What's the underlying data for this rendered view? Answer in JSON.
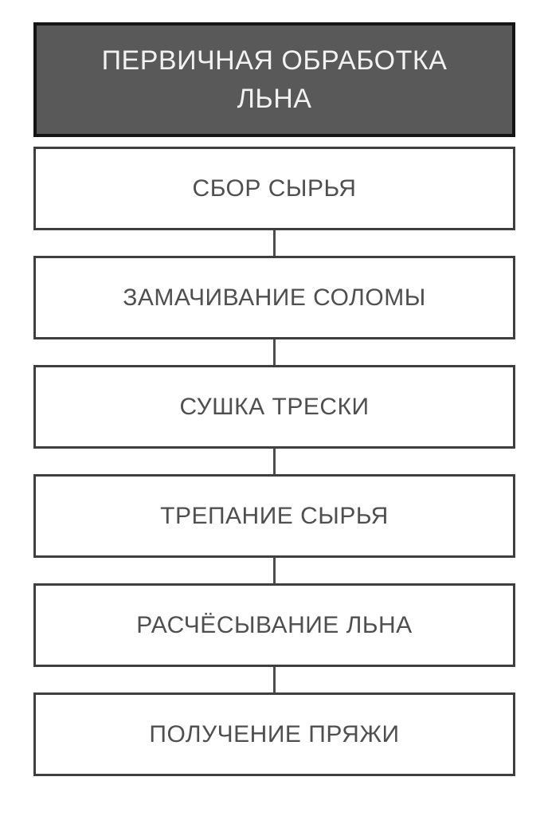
{
  "diagram": {
    "type": "flowchart",
    "direction": "top-down",
    "title": {
      "text": "ПЕРВИЧНАЯ ОБРАБОТКА ЛЬНА"
    },
    "steps": [
      {
        "label": "СБОР СЫРЬЯ"
      },
      {
        "label": "ЗАМАЧИВАНИЕ СОЛОМЫ"
      },
      {
        "label": "СУШКА ТРЕСКИ"
      },
      {
        "label": "ТРЕПАНИЕ СЫРЬЯ"
      },
      {
        "label": "РАСЧЁСЫВАНИЕ ЛЬНА"
      },
      {
        "label": "ПОЛУЧЕНИЕ ПРЯЖИ"
      }
    ],
    "colors": {
      "background": "#ffffff",
      "header_fill": "#595959",
      "header_border": "#141414",
      "header_text": "#f2f2f2",
      "box_fill": "#ffffff",
      "box_border": "#3f3f3f",
      "box_text": "#4f4f4f",
      "connector": "#4d4d4d"
    }
  }
}
